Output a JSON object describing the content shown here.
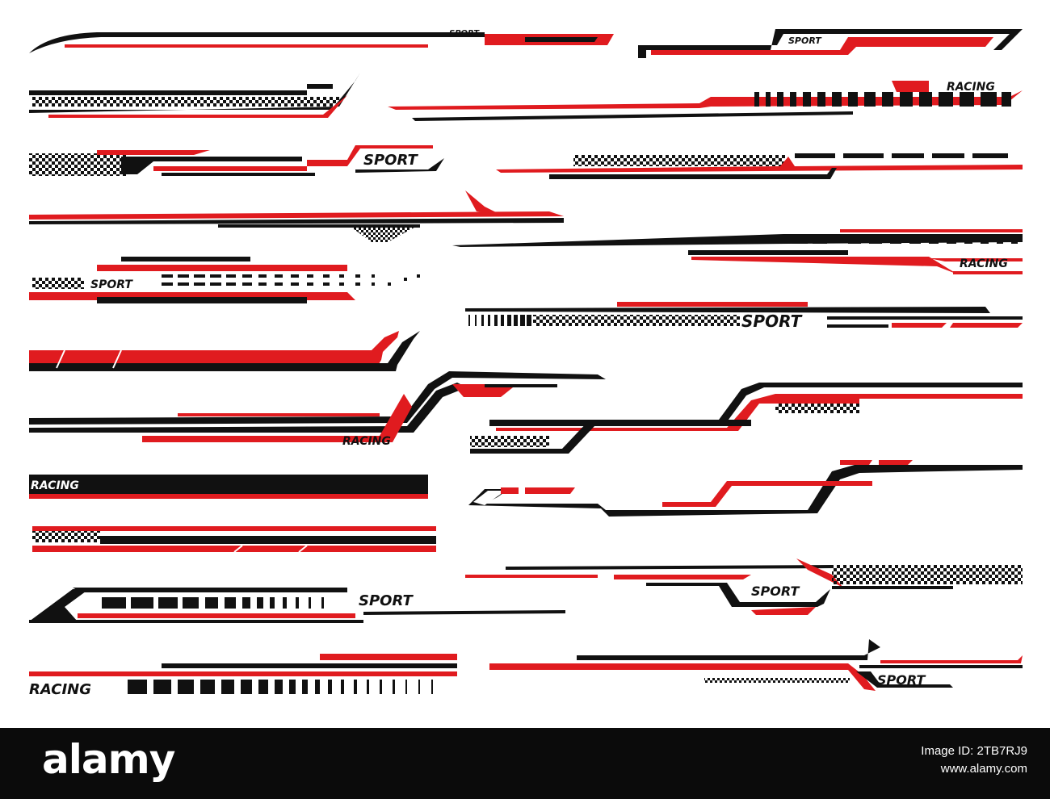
{
  "palette": {
    "red": "#e01b1f",
    "black": "#111111",
    "background": "#ffffff"
  },
  "stripes": {
    "s1": {
      "label": "SPORT"
    },
    "s2": {
      "label": "SPORT"
    },
    "s3": {
      "label": "RACING"
    },
    "s4": {
      "label": "SPORT"
    },
    "s5": {
      "label": "RACING"
    },
    "s6": {
      "label": "SPORT"
    },
    "s7": {
      "label": "SPORT"
    },
    "s8": {
      "label": "RACING"
    },
    "s9": {
      "label": "RACING"
    },
    "s10": {
      "label": "SPORT"
    },
    "s11": {
      "label": "SPORT"
    },
    "s12": {
      "label": "SPORT"
    },
    "s13": {
      "label": "RACING"
    }
  },
  "watermark": {
    "logo": "alamy",
    "image_id_label": "Image ID: 2TB7RJ9",
    "site": "www.alamy.com"
  }
}
